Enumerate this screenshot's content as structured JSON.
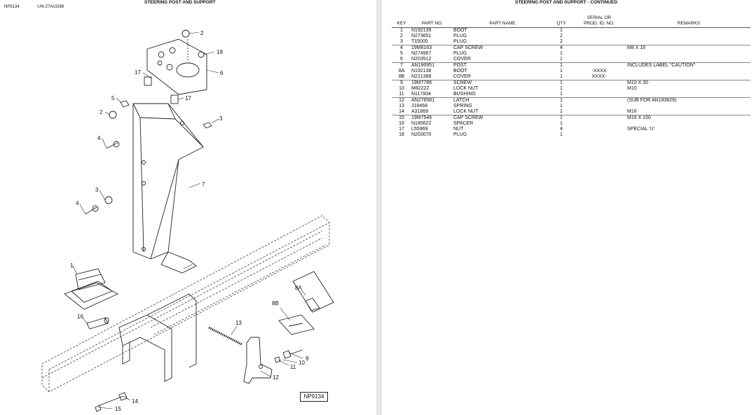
{
  "left": {
    "doc_id": "NP9134",
    "date_code": "-UN-27AUG98",
    "title": "STEERING POST AND SUPPORT",
    "figure_id": "NP9134",
    "callouts": [
      "2",
      "18",
      "6",
      "17",
      "17",
      "5",
      "2",
      "3",
      "4",
      "7",
      "3",
      "4",
      "1",
      "16",
      "8A",
      "8B",
      "13",
      "9",
      "10",
      "11",
      "12",
      "14",
      "15"
    ]
  },
  "right": {
    "title": "STEERING POST AND SUPPORT - CONTINUED",
    "columns": {
      "key": "KEY",
      "part_no": "PART NO.",
      "part_name": "PART NAME",
      "qty": "QTY",
      "serial_1": "SERIAL OR",
      "serial_2": "PROD. ID. NO.",
      "remarks": "REMARKS"
    },
    "rows": [
      {
        "key": "1",
        "part_no": "N192139",
        "name": "BOOT",
        "qty": "1",
        "serial": "",
        "remarks": ""
      },
      {
        "key": "2",
        "part_no": "N273651",
        "name": "PLUG",
        "qty": "2",
        "serial": "",
        "remarks": ""
      },
      {
        "key": "3",
        "part_no": "T15005",
        "name": "PLUG",
        "qty": "2",
        "serial": "",
        "remarks": ""
      },
      {
        "key": "4",
        "part_no": "19M8163",
        "name": "CAP SCREW",
        "qty": "4",
        "serial": "",
        "remarks": "M8 X 16"
      },
      {
        "key": "5",
        "part_no": "N274967",
        "name": "PLUG",
        "qty": "1",
        "serial": "",
        "remarks": ""
      },
      {
        "key": "6",
        "part_no": "N203512",
        "name": "COVER",
        "qty": "1",
        "serial": "",
        "remarks": ""
      },
      {
        "key": "7",
        "part_no": "AN190951",
        "name": "POST",
        "qty": "1",
        "serial": "",
        "remarks": "INCLUDES LABEL \"CAUTION\""
      },
      {
        "key": "8A",
        "part_no": "N192138",
        "name": "BOOT",
        "qty": "1",
        "serial": "-XXXX",
        "remarks": ""
      },
      {
        "key": "8B",
        "part_no": "N221368",
        "name": "COVER",
        "qty": "1",
        "serial": "XXXX-",
        "remarks": ""
      },
      {
        "key": "9",
        "part_no": "19M7786",
        "name": "SCREW",
        "qty": "1",
        "serial": "",
        "remarks": "M10 X 30"
      },
      {
        "key": "10",
        "part_no": "M82222",
        "name": "LOCK NUT",
        "qty": "1",
        "serial": "",
        "remarks": "M10"
      },
      {
        "key": "11",
        "part_no": "N117934",
        "name": "BUSHING",
        "qty": "1",
        "serial": "",
        "remarks": ""
      },
      {
        "key": "12",
        "part_no": "AN276581",
        "name": "LATCH",
        "qty": "1",
        "serial": "",
        "remarks": "(SUB FOR AN193826)"
      },
      {
        "key": "13",
        "part_no": "J18468",
        "name": "SPRING",
        "qty": "1",
        "serial": "",
        "remarks": ""
      },
      {
        "key": "14",
        "part_no": "A31869",
        "name": "LOCK NUT",
        "qty": "1",
        "serial": "",
        "remarks": "M16"
      },
      {
        "key": "15",
        "part_no": "19M7546",
        "name": "CAP SCREW",
        "qty": "1",
        "serial": "",
        "remarks": "M16 X 150"
      },
      {
        "key": "16",
        "part_no": "N185622",
        "name": "SPACER",
        "qty": "1",
        "serial": "",
        "remarks": ""
      },
      {
        "key": "17",
        "part_no": "L55969",
        "name": "NUT",
        "qty": "4",
        "serial": "",
        "remarks": "SPECIAL 'U'"
      },
      {
        "key": "18",
        "part_no": "N203070",
        "name": "PLUG",
        "qty": "1",
        "serial": "",
        "remarks": ""
      }
    ]
  }
}
